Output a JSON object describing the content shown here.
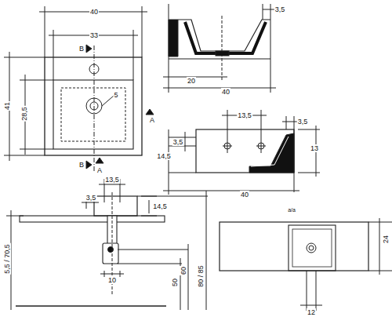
{
  "diagram": {
    "labels": [
      "40",
      "33",
      "B",
      "5",
      "41",
      "28,5",
      "A",
      "B",
      "A",
      "3,5",
      "20",
      "40",
      "13,5",
      "3,5",
      "3,5",
      "14,5",
      "13",
      "40",
      "a/a",
      "13,5",
      "3,5",
      "14,5",
      "5,5 / 70,5",
      "60",
      "50",
      "10",
      "80 / 85",
      "24",
      "12"
    ]
  }
}
